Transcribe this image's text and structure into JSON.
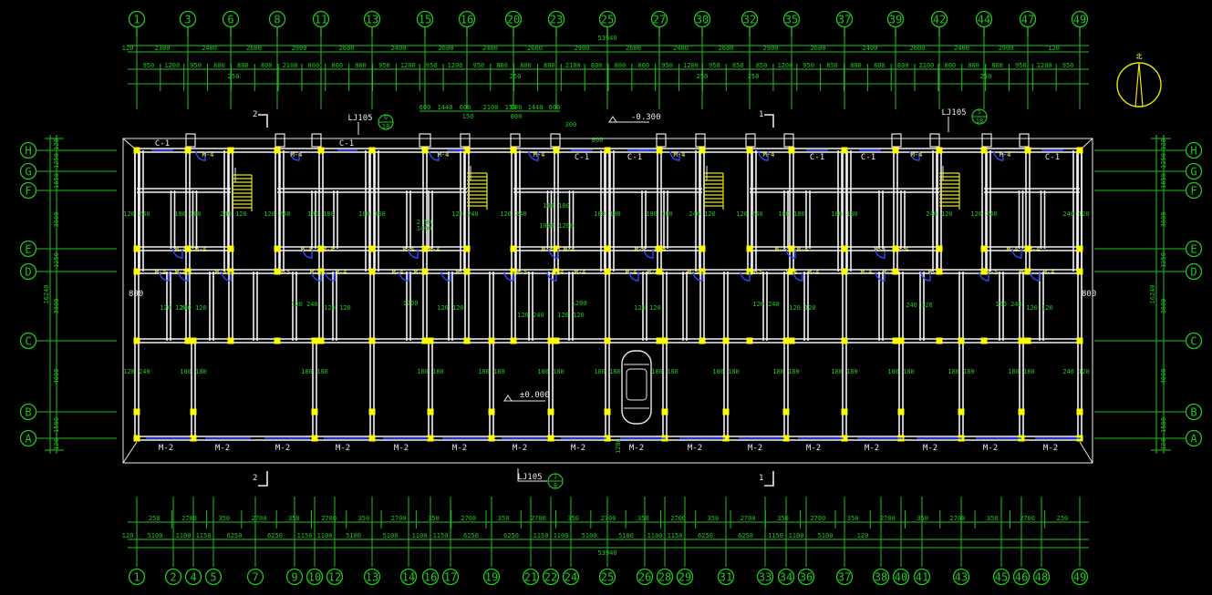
{
  "top_axes": [
    "1",
    "3",
    "6",
    "8",
    "11",
    "13",
    "15",
    "16",
    "20",
    "23",
    "25",
    "27",
    "30",
    "32",
    "35",
    "37",
    "39",
    "42",
    "44",
    "47",
    "49"
  ],
  "bottom_axes": [
    "1",
    "2",
    "4",
    "5",
    "7",
    "9",
    "10",
    "12",
    "13",
    "14",
    "16",
    "17",
    "19",
    "21",
    "22",
    "24",
    "25",
    "26",
    "28",
    "29",
    "31",
    "33",
    "34",
    "36",
    "37",
    "38",
    "40",
    "41",
    "43",
    "45",
    "46",
    "48",
    "49"
  ],
  "row_axes": [
    "H",
    "G",
    "F",
    "E",
    "D",
    "C",
    "B",
    "A"
  ],
  "top_total_dim": "53940",
  "top_dims_row1": [
    "120",
    "2300",
    "2400",
    "2600",
    "2900",
    "2600",
    "2400",
    "2600",
    "2400",
    "2600",
    "2900",
    "2600",
    "2400",
    "2600",
    "2900",
    "2600",
    "2400",
    "2600",
    "2400",
    "2900",
    "120"
  ],
  "top_dims_row2": [
    "950",
    "1200",
    "950",
    "800",
    "800",
    "800",
    "2100",
    "800",
    "800",
    "800",
    "950",
    "1200",
    "950",
    "1200",
    "950",
    "800",
    "800",
    "800",
    "2100",
    "800",
    "800",
    "800",
    "950",
    "1200",
    "950",
    "850",
    "850",
    "1200",
    "950",
    "850",
    "800",
    "800",
    "800",
    "2100",
    "800",
    "800",
    "800",
    "950",
    "1200",
    "950"
  ],
  "top_small_dims": [
    "250",
    "250",
    "250",
    "250",
    "250"
  ],
  "stair_dims": [
    "600",
    "1440",
    "600",
    "2100",
    "150",
    "600",
    "1440",
    "600"
  ],
  "stair_small": [
    "150",
    "800",
    "300",
    "800"
  ],
  "bottom_total_dim": "53940",
  "bottom_dims_row1": [
    "120",
    "5100",
    "1100",
    "1150",
    "6250",
    "6250",
    "1150",
    "1100",
    "5100",
    "5100",
    "1100",
    "1150",
    "6250",
    "6250",
    "1150",
    "1100",
    "5100",
    "5100",
    "1100",
    "1150",
    "6250",
    "6250",
    "1150",
    "1100",
    "5100",
    "120"
  ],
  "bottom_dims_row2": [
    "250",
    "2700",
    "350",
    "2700",
    "350",
    "2700",
    "350",
    "2700",
    "350",
    "2700",
    "350",
    "2700",
    "350",
    "2700",
    "350",
    "2700",
    "350",
    "2700",
    "350",
    "2700",
    "350",
    "2700",
    "350",
    "2700",
    "350",
    "2700",
    "250"
  ],
  "left_dims": [
    "120",
    "1250",
    "1650",
    "3600",
    "1250",
    "3600",
    "4000",
    "1500",
    "120"
  ],
  "left_total": "16240",
  "right_dims": [
    "120",
    "1250",
    "1650",
    "3600",
    "1250",
    "3600",
    "4000",
    "1500",
    "120"
  ],
  "right_total": "16240",
  "elevations": {
    "top": "-0.300",
    "ground": "±0.000"
  },
  "section_marks": [
    "1",
    "2"
  ],
  "detail_refs": [
    {
      "code": "LJ105",
      "num": "6",
      "sub": "18"
    },
    {
      "code": "LJ105",
      "num": "5",
      "sub": "18"
    },
    {
      "code": "LJ105",
      "num": "1",
      "sub": "8"
    }
  ],
  "door_labels": [
    "M-4",
    "M-5",
    "C-1",
    "M-2"
  ],
  "room_dims": [
    "120",
    "240",
    "180",
    "180",
    "120",
    "120",
    "240",
    "120",
    "2 50",
    "1400",
    "1080",
    "1200"
  ],
  "wall_dims": [
    "800",
    "300",
    "1200"
  ],
  "north_label": "北"
}
